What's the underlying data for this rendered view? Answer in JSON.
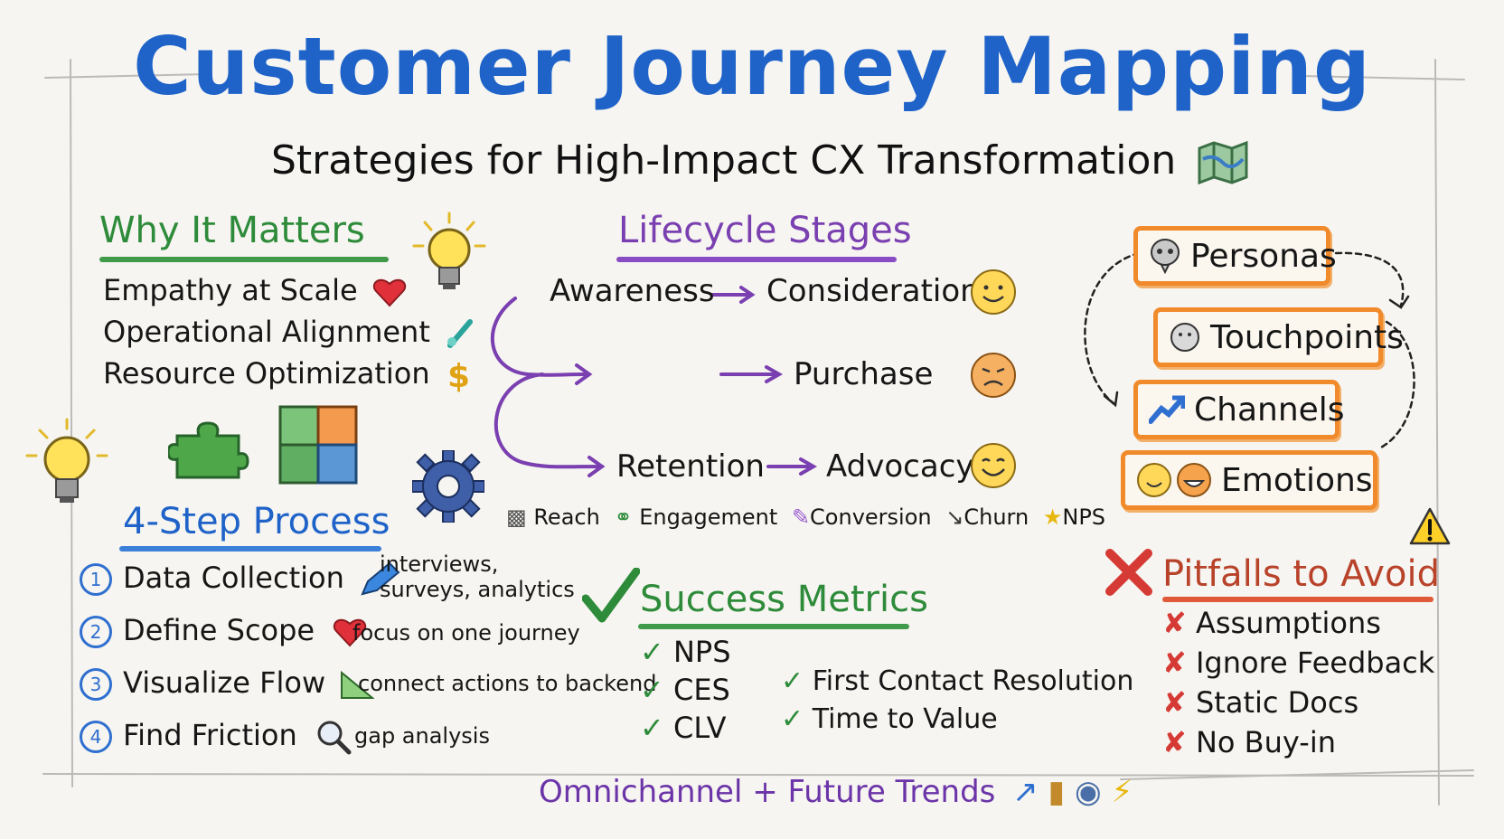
{
  "title": "Customer Journey Mapping",
  "subtitle": "Strategies for High-Impact CX Transformation",
  "why": {
    "heading": "Why It Matters",
    "items": [
      "Empathy at Scale",
      "Operational Alignment",
      "Resource Optimization"
    ]
  },
  "lifecycle": {
    "heading": "Lifecycle Stages",
    "stages": [
      "Awareness",
      "Consideration",
      "Purchase",
      "Retention",
      "Advocacy"
    ],
    "kpis": [
      "Reach",
      "Engagement",
      "Conversion",
      "Churn",
      "NPS"
    ]
  },
  "elements": [
    "Personas",
    "Touchpoints",
    "Channels",
    "Emotions"
  ],
  "process": {
    "heading": "4-Step Process",
    "steps": [
      {
        "num": "1",
        "label": "Data Collection",
        "note": "interviews,",
        "note2": "surveys, analytics"
      },
      {
        "num": "2",
        "label": "Define Scope",
        "note": "focus on one journey"
      },
      {
        "num": "3",
        "label": "Visualize Flow",
        "note": "connect actions to backend"
      },
      {
        "num": "4",
        "label": "Find Friction",
        "note": "gap analysis"
      }
    ]
  },
  "metrics": {
    "heading": "Success Metrics",
    "left": [
      "NPS",
      "CES",
      "CLV"
    ],
    "right": [
      "First Contact Resolution",
      "Time to Value"
    ]
  },
  "pitfalls": {
    "heading": "Pitfalls to Avoid",
    "items": [
      "Assumptions",
      "Ignore Feedback",
      "Static Docs",
      "No Buy-in"
    ]
  },
  "footer": "Omnichannel + Future Trends",
  "colors": {
    "title": "#1f63c9",
    "why": "#2e8b3a",
    "lifecycle": "#7a3fb0",
    "process": "#1f63c9",
    "metrics": "#2e8b3a",
    "pitfalls": "#b8432a",
    "boxes": "#f08a2a"
  }
}
